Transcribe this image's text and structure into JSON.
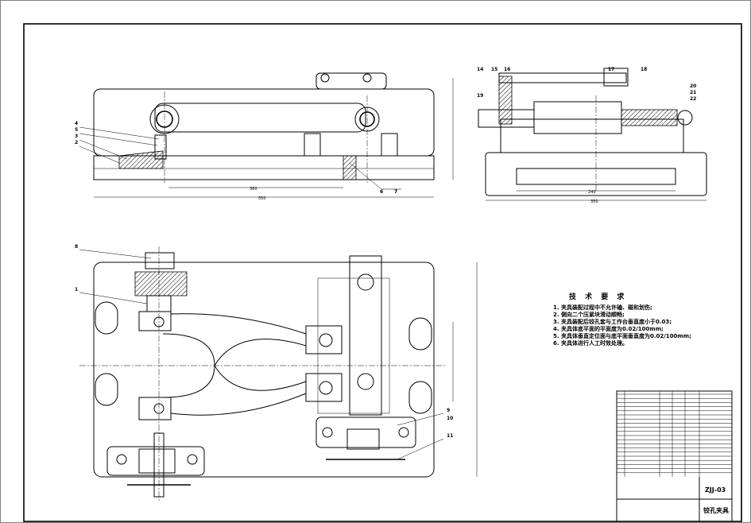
{
  "drawing": {
    "tech_requirements": {
      "heading": "技 术 要 求",
      "items": [
        "1. 夹具装配过程中不允许磕、碰和划伤;",
        "2. 侧向二个压紧块滑动顺畅;",
        "3. 夹具装配后铰孔套与工作台垂直度小于0.03;",
        "4. 夹具体底平面的平面度为0.02/100mm;",
        "5. 夹具体垂直定位面与底平面垂直度为0.02/100mm;",
        "6. 夹具体进行人工时效处理。"
      ]
    },
    "title_block": {
      "drawing_code": "ZJJ-03",
      "drawing_name": "铰孔夹具"
    },
    "balloons_front": [
      "4",
      "5",
      "3",
      "2",
      "6",
      "7"
    ],
    "balloons_side": [
      "14",
      "15",
      "16",
      "17",
      "18",
      "19",
      "20",
      "21",
      "22"
    ],
    "balloons_top": [
      "8",
      "1",
      "9",
      "10",
      "11"
    ],
    "dimensions": {
      "front_inner": "380",
      "front_overall": "550",
      "side_inner": "240",
      "side_overall": "350"
    }
  }
}
